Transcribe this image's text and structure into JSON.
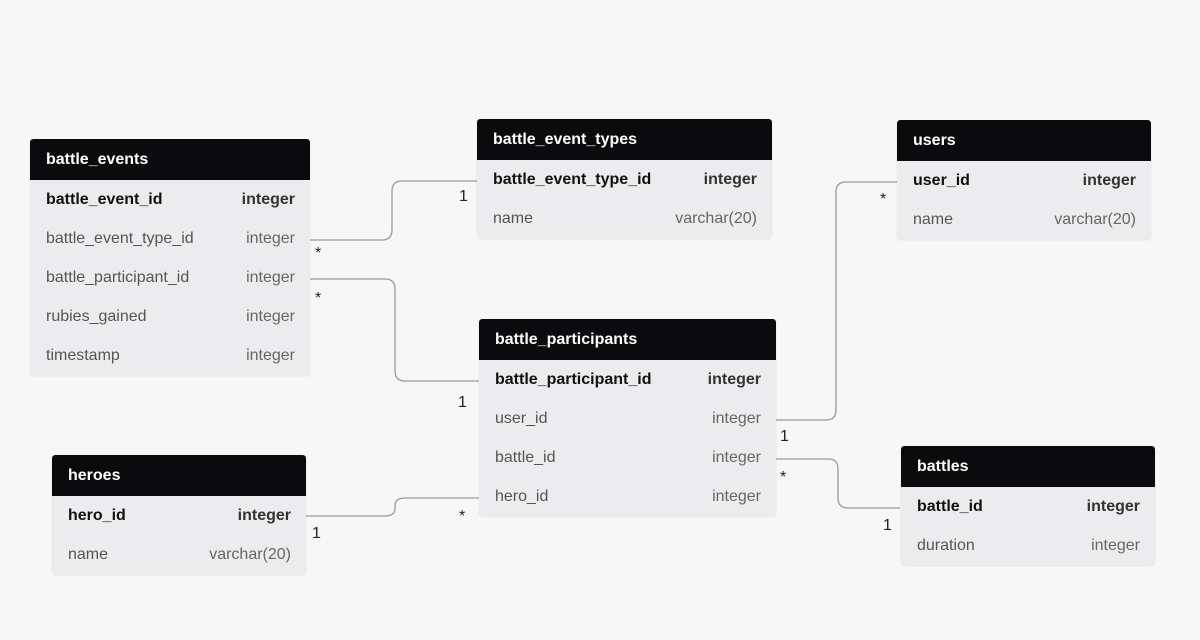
{
  "tables": {
    "battle_events": {
      "title": "battle_events",
      "columns": [
        {
          "name": "battle_event_id",
          "type": "integer",
          "pk": true
        },
        {
          "name": "battle_event_type_id",
          "type": "integer"
        },
        {
          "name": "battle_participant_id",
          "type": "integer"
        },
        {
          "name": "rubies_gained",
          "type": "integer"
        },
        {
          "name": "timestamp",
          "type": "integer"
        }
      ]
    },
    "battle_event_types": {
      "title": "battle_event_types",
      "columns": [
        {
          "name": "battle_event_type_id",
          "type": "integer",
          "pk": true
        },
        {
          "name": "name",
          "type": "varchar(20)"
        }
      ]
    },
    "users": {
      "title": "users",
      "columns": [
        {
          "name": "user_id",
          "type": "integer",
          "pk": true
        },
        {
          "name": "name",
          "type": "varchar(20)"
        }
      ]
    },
    "battle_participants": {
      "title": "battle_participants",
      "columns": [
        {
          "name": "battle_participant_id",
          "type": "integer",
          "pk": true
        },
        {
          "name": "user_id",
          "type": "integer"
        },
        {
          "name": "battle_id",
          "type": "integer"
        },
        {
          "name": "hero_id",
          "type": "integer"
        }
      ]
    },
    "heroes": {
      "title": "heroes",
      "columns": [
        {
          "name": "hero_id",
          "type": "integer",
          "pk": true
        },
        {
          "name": "name",
          "type": "varchar(20)"
        }
      ]
    },
    "battles": {
      "title": "battles",
      "columns": [
        {
          "name": "battle_id",
          "type": "integer",
          "pk": true
        },
        {
          "name": "duration",
          "type": "integer"
        }
      ]
    }
  },
  "relationships": [
    {
      "from": "battle_events.battle_event_type_id",
      "to": "battle_event_types.battle_event_type_id",
      "from_card": "*",
      "to_card": "1"
    },
    {
      "from": "battle_events.battle_participant_id",
      "to": "battle_participants.battle_participant_id",
      "from_card": "*",
      "to_card": "1"
    },
    {
      "from": "battle_participants.user_id",
      "to": "users.user_id",
      "from_card": "1",
      "to_card": "*"
    },
    {
      "from": "battle_participants.battle_id",
      "to": "battles.battle_id",
      "from_card": "*",
      "to_card": "1"
    },
    {
      "from": "battle_participants.hero_id",
      "to": "heroes.hero_id",
      "from_card": "*",
      "to_card": "1"
    }
  ]
}
